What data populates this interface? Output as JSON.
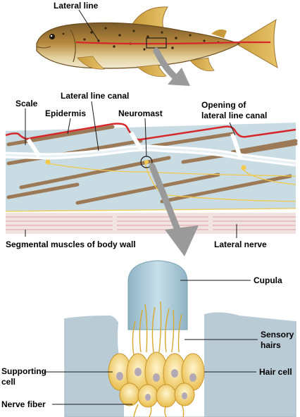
{
  "labels": {
    "lateral_line": "Lateral line",
    "scale": "Scale",
    "lateral_line_canal": "Lateral line canal",
    "epidermis": "Epidermis",
    "neuromast": "Neuromast",
    "opening_line1": "Opening of",
    "opening_line2": "lateral line canal",
    "segmental_muscles": "Segmental muscles of body wall",
    "lateral_nerve": "Lateral nerve",
    "cupula": "Cupula",
    "sensory_line1": "Sensory",
    "sensory_line2": "hairs",
    "supporting_line1": "Supporting",
    "supporting_line2": "cell",
    "hair_cell": "Hair cell",
    "nerve_fiber": "Nerve fiber"
  },
  "colors": {
    "lateral_line_red": "#d6282b",
    "skin_blue": "#c9dbe3",
    "scale_brown": "#9c7a57",
    "nerve_yellow": "#f2c94c",
    "cupula_blue": "#a9c8d6",
    "tissue_gray": "#b9ccd6",
    "arrow_gray": "#9a9a9a",
    "cell_yellow": "#f6d77a",
    "muscle_pink": "#d9a0a0"
  }
}
